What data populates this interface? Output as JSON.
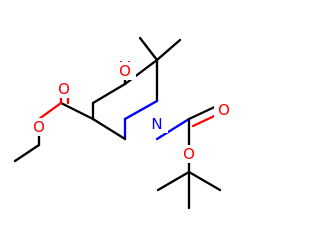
{
  "molecule": {
    "atoms": {
      "ketone_oxygen": "O",
      "ring_nitrogen": "N",
      "boc_carbonyl_oxygen": "O",
      "boc_ester_oxygen": "O",
      "ethyl_carbonyl_oxygen": "O",
      "ethyl_ester_oxygen": "O"
    },
    "colors": {
      "bond": "#000000",
      "oxygen": "#ff0000",
      "nitrogen": "#0000ff",
      "background": "#ffffff"
    }
  }
}
